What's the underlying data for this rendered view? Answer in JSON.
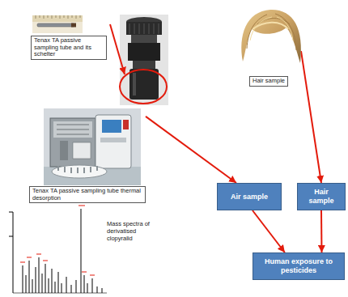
{
  "diagram": {
    "nodes": [
      {
        "text": [
          "Tenax TA passive sampling tube and its schelter"
        ]
      },
      {
        "text": [
          "Hair sample"
        ]
      },
      {
        "text": [
          "Tenax TA passive sampling tube thermal desorption"
        ]
      },
      {
        "text": [
          "Air sample"
        ]
      },
      {
        "text": [
          "Hair sample"
        ]
      },
      {
        "text": [
          "Human exposure to pesticides"
        ]
      }
    ],
    "edges": [
      {
        "from": 2,
        "to": 3,
        "arrow": "to"
      },
      {
        "from": 1,
        "to": 4,
        "arrow": "to"
      },
      {
        "from": 3,
        "to": 5,
        "arrow": "to"
      },
      {
        "from": 4,
        "to": 5,
        "arrow": "to"
      }
    ],
    "labels": [
      "Mass spectra of derivatised clopyralid"
    ]
  }
}
